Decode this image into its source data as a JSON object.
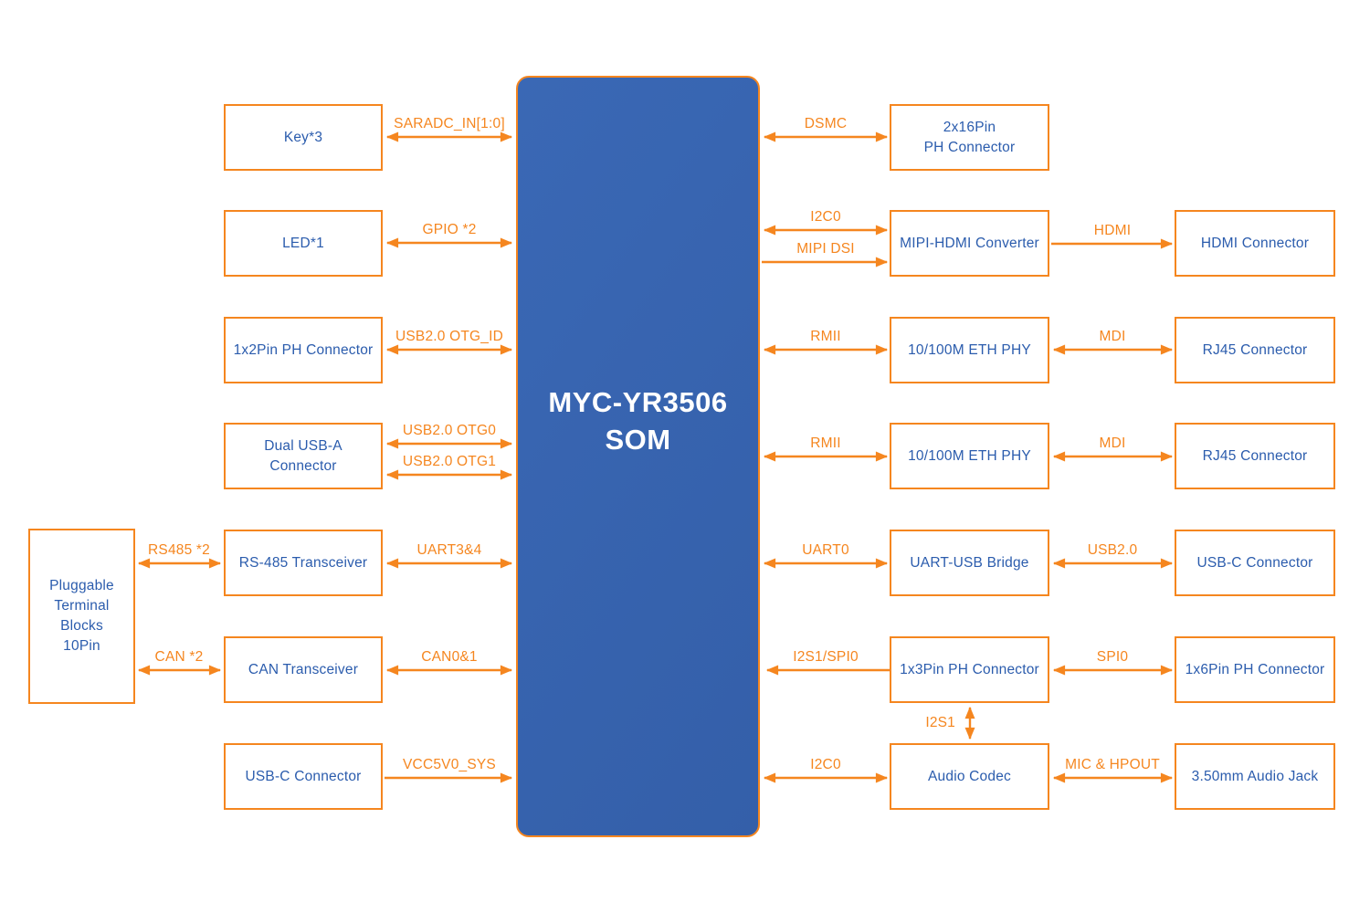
{
  "colors": {
    "accent_orange": "#F5861F",
    "text_blue": "#2B5CAD",
    "som_fill": "#3A68B5",
    "som_title_white": "#FFFFFF",
    "background": "#FFFFFF"
  },
  "som": {
    "title_line1": "MYC-YR3506",
    "title_line2": "SOM"
  },
  "nodes": {
    "pluggable_terminal": "Pluggable\nTerminal\nBlocks\n10Pin",
    "key3": "Key*3",
    "led1": "LED*1",
    "ph_1x2": "1x2Pin PH Connector",
    "dual_usb_a": "Dual USB-A\nConnector",
    "rs485_transceiver": "RS-485 Transceiver",
    "can_transceiver": "CAN Transceiver",
    "usb_c_left": "USB-C Connector",
    "ph_2x16": "2x16Pin\nPH Connector",
    "mipi_hdmi_converter": "MIPI-HDMI Converter",
    "eth_phy_1": "10/100M ETH PHY",
    "eth_phy_2": "10/100M ETH PHY",
    "uart_usb_bridge": "UART-USB Bridge",
    "ph_1x3": "1x3Pin PH Connector",
    "audio_codec": "Audio Codec",
    "hdmi_connector": "HDMI Connector",
    "rj45_1": "RJ45 Connector",
    "rj45_2": "RJ45 Connector",
    "usb_c_right": "USB-C Connector",
    "ph_1x6": "1x6Pin PH Connector",
    "audio_jack": "3.50mm Audio Jack"
  },
  "buses": {
    "saradc": "SARADC_IN[1:0]",
    "gpio": "GPIO *2",
    "usb_otg_id": "USB2.0 OTG_ID",
    "usb_otg0": "USB2.0 OTG0",
    "usb_otg1": "USB2.0 OTG1",
    "uart34": "UART3&4",
    "can01": "CAN0&1",
    "vcc5v0": "VCC5V0_SYS",
    "rs485_x2": "RS485 *2",
    "can_x2": "CAN *2",
    "dsmc": "DSMC",
    "i2c0_top": "I2C0",
    "mipi_dsi": "MIPI DSI",
    "rmii_1": "RMII",
    "rmii_2": "RMII",
    "uart0": "UART0",
    "i2s1_spi0": "I2S1/SPI0",
    "i2c0_bottom": "I2C0",
    "hdmi": "HDMI",
    "mdi_1": "MDI",
    "mdi_2": "MDI",
    "usb20": "USB2.0",
    "spi0": "SPI0",
    "mic_hpout": "MIC & HPOUT",
    "i2s1": "I2S1"
  }
}
